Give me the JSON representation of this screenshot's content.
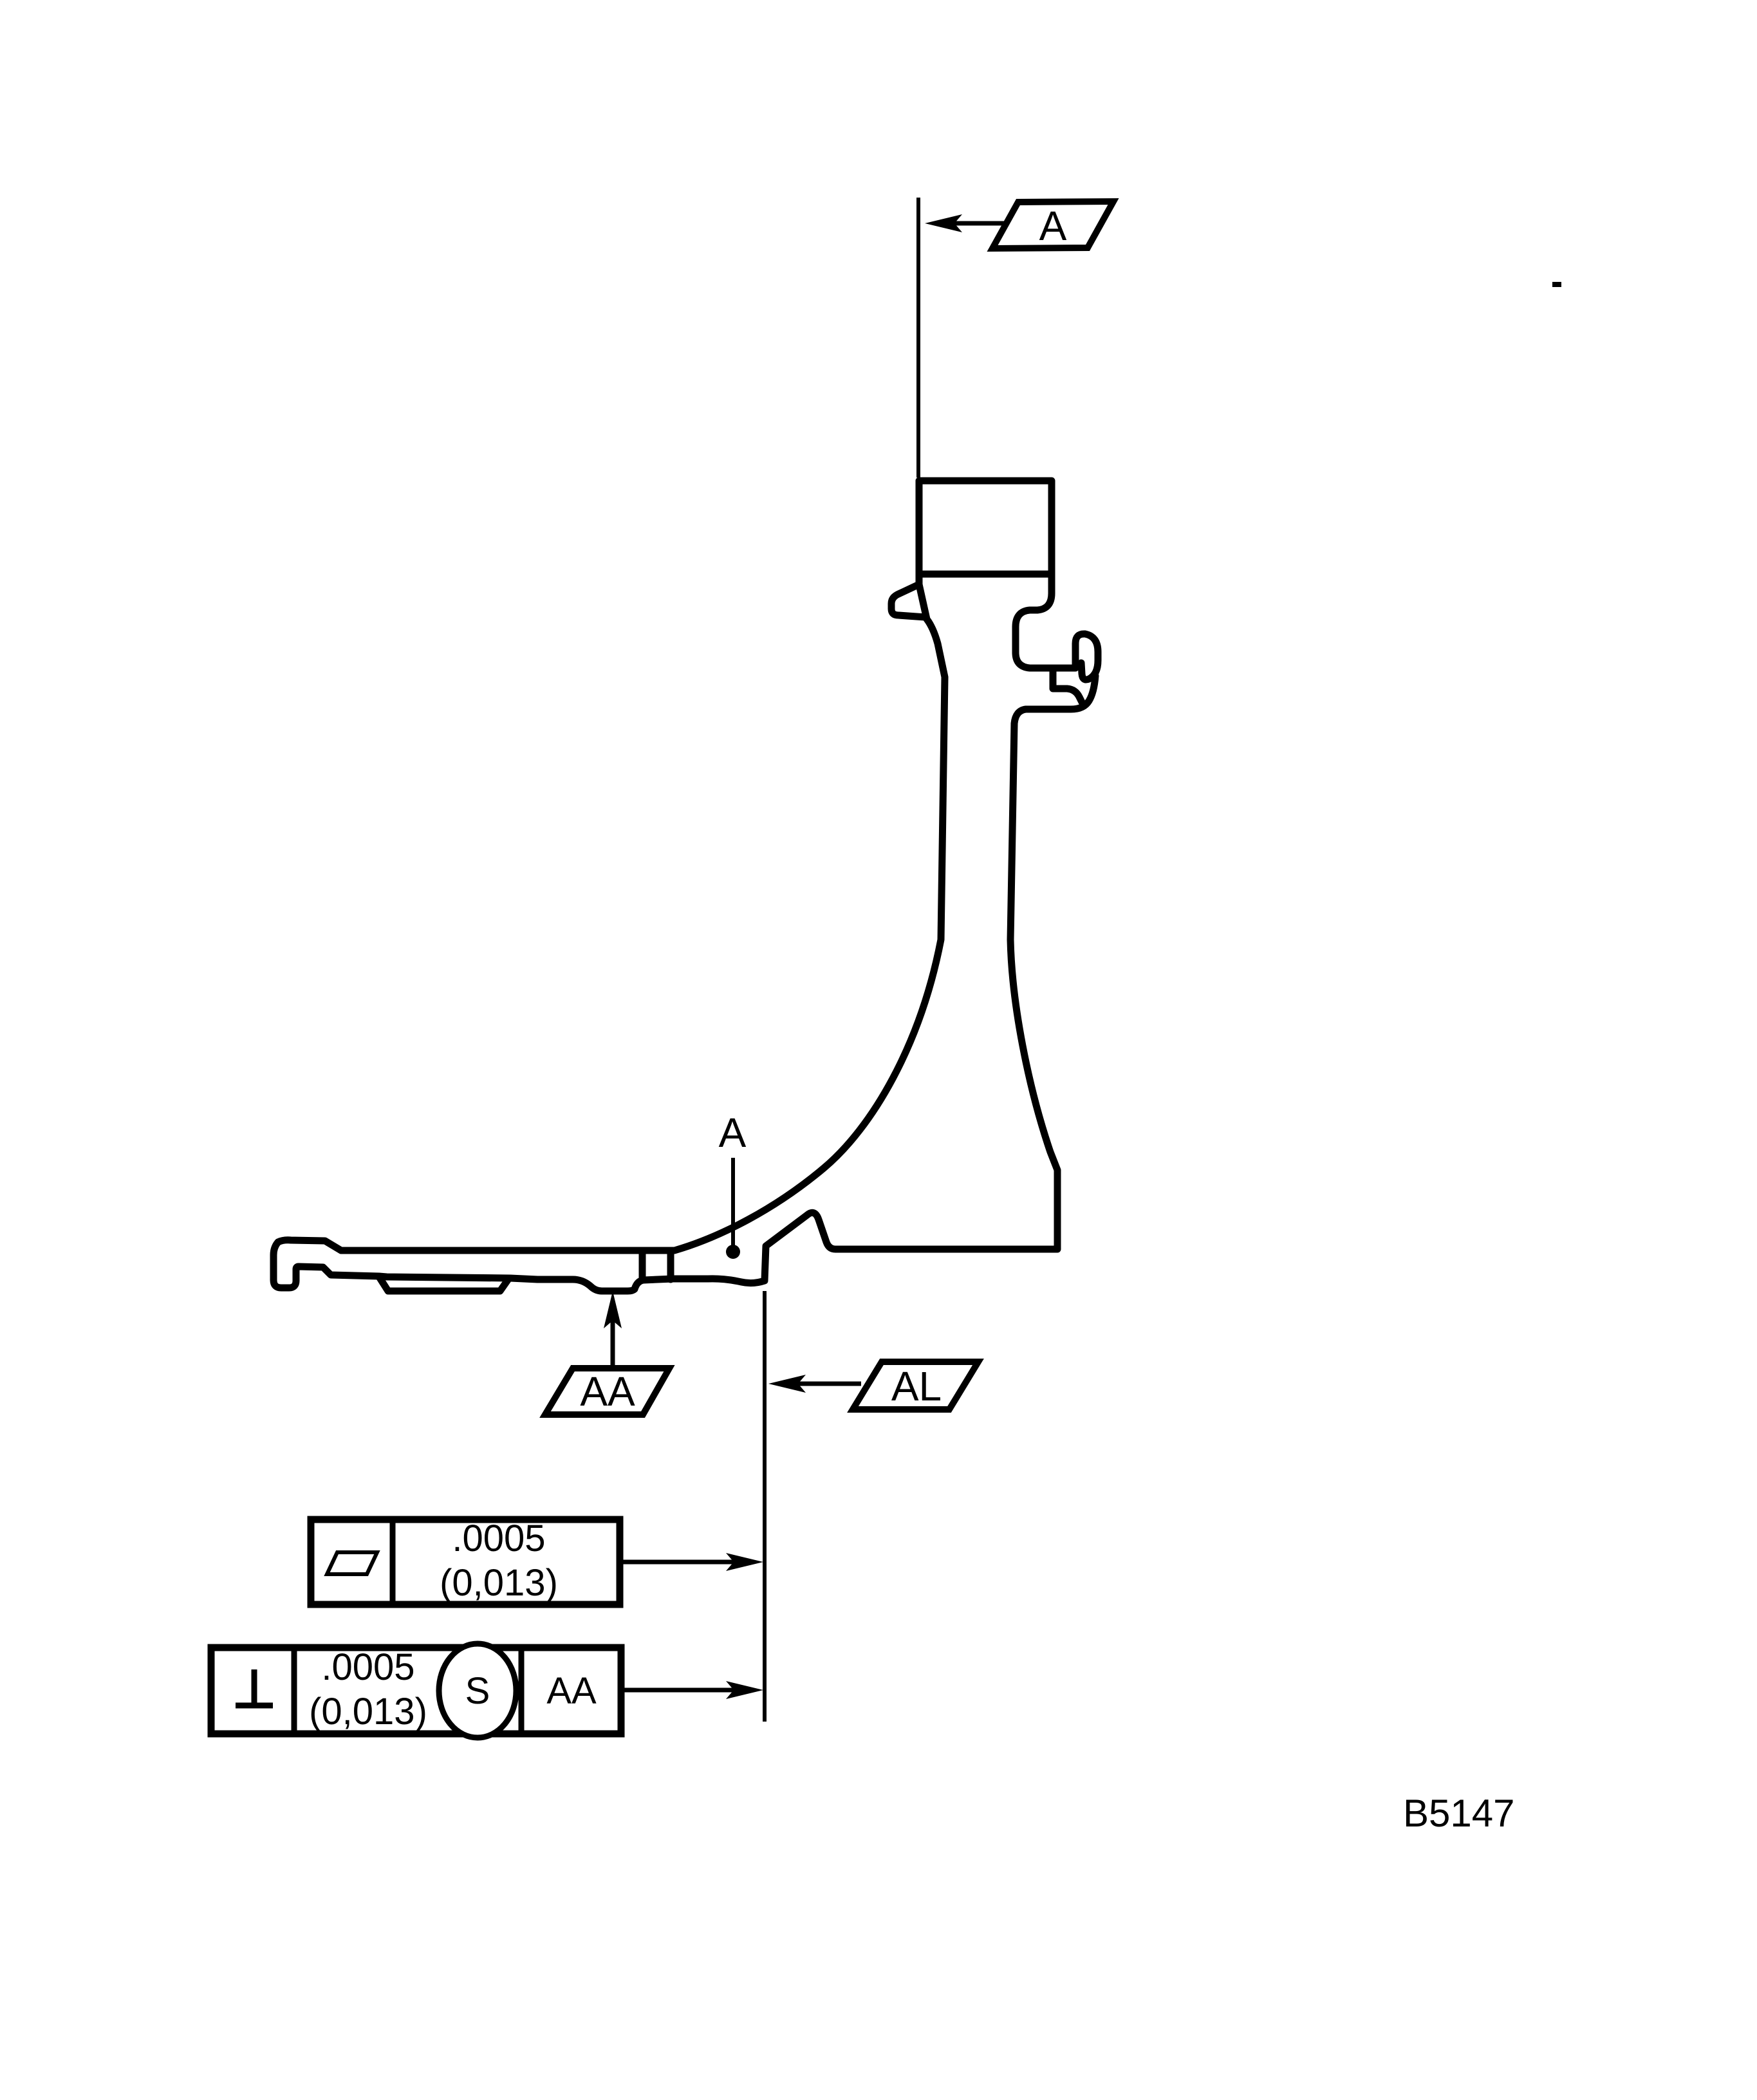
{
  "drawing": {
    "figure_number": "B5147",
    "datum_flag_top": "A",
    "surface_point_label": "A",
    "datum_flag_arm": "AA",
    "datum_flag_edge": "AL",
    "fcf_flatness": {
      "symbol_name": "flatness-symbol",
      "tolerance_inch": ".0005",
      "tolerance_metric": "(0,013)"
    },
    "fcf_perpendicularity": {
      "symbol_name": "perpendicularity-symbol",
      "tolerance_inch": ".0005",
      "tolerance_metric": "(0,013)",
      "material_modifier": "S",
      "datum_reference": "AA"
    },
    "colors": {
      "ink": "#000000",
      "paper": "#ffffff"
    }
  }
}
